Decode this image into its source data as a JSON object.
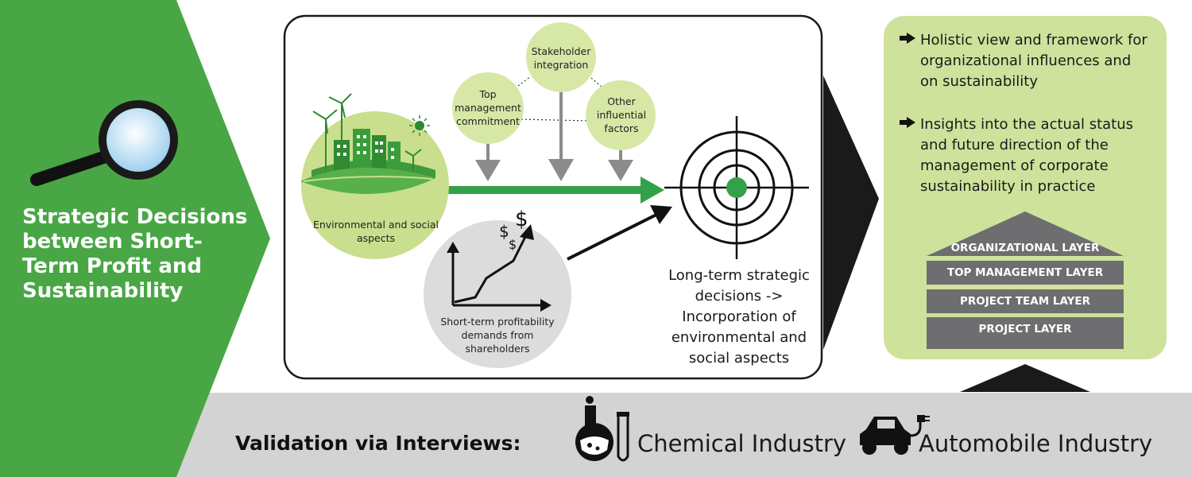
{
  "side_title": "Strategic Decisions between Short-Term Profit and Sustainability",
  "nodes": {
    "stakeholder": "Stakeholder integration",
    "top_management": "Top management commitment",
    "other_factors": "Other influential factors",
    "environmental": "Environmental and social aspects",
    "profitability": "Short-term profitability demands from shareholders"
  },
  "long_term": "Long-term strategic decisions -> Incorporation of environmental and social aspects",
  "insights": [
    "Holistic view and framework for organizational influences and on sustainability",
    "Insights into the actual status and future direction of the management of corporate sustainability in practice"
  ],
  "layers": [
    "ORGANIZATIONAL LAYER",
    "TOP MANAGEMENT LAYER",
    "PROJECT TEAM LAYER",
    "PROJECT LAYER"
  ],
  "validation": {
    "label": "Validation via Interviews:",
    "industries": [
      "Chemical Industry",
      "Automobile Industry"
    ]
  },
  "icons": [
    "magnifier-icon",
    "green-city-leaf-icon",
    "sun-icon",
    "profit-chart-icon",
    "dollar-icon",
    "target-icon",
    "arrow-right-icon",
    "flask-icon",
    "test-tube-icon",
    "electric-car-icon"
  ],
  "colors": {
    "brand_green": "#48a744",
    "light_green": "#cfe29c",
    "node_green": "#d7e8a6",
    "gray_circle": "#dcdcdc",
    "layer_gray": "#6e6e70",
    "band_gray": "#d3d3d3"
  }
}
